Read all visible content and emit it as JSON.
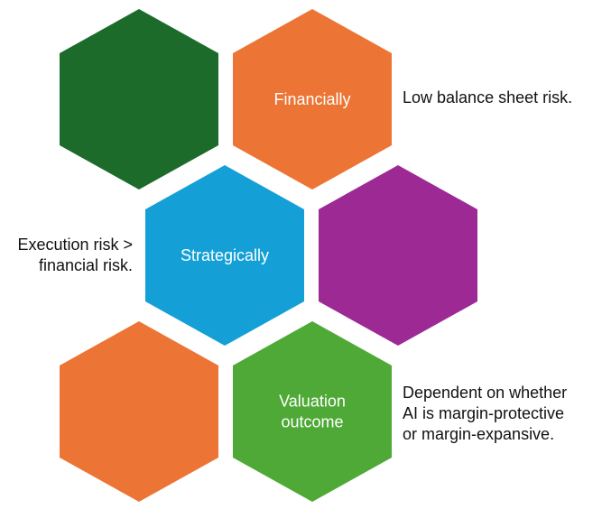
{
  "diagram": {
    "hexagons": [
      {
        "id": "hex-top-left",
        "color": "#1c6b2a",
        "lines": []
      },
      {
        "id": "hex-financially",
        "color": "#ec7434",
        "lines": [
          "Financially"
        ]
      },
      {
        "id": "hex-strategically",
        "color": "#14a0d6",
        "lines": [
          "Strategically"
        ]
      },
      {
        "id": "hex-middle-right",
        "color": "#9d2a94",
        "lines": []
      },
      {
        "id": "hex-bottom-left",
        "color": "#ec7434",
        "lines": []
      },
      {
        "id": "hex-valuation",
        "color": "#4ea936",
        "lines": [
          "Valuation",
          "outcome"
        ]
      }
    ],
    "notes": {
      "financially": [
        "Low balance sheet risk."
      ],
      "strategically": [
        "Execution risk >",
        "financial risk."
      ],
      "valuation": [
        "Dependent on whether",
        "AI is margin-protective",
        "or margin-expansive."
      ]
    }
  }
}
